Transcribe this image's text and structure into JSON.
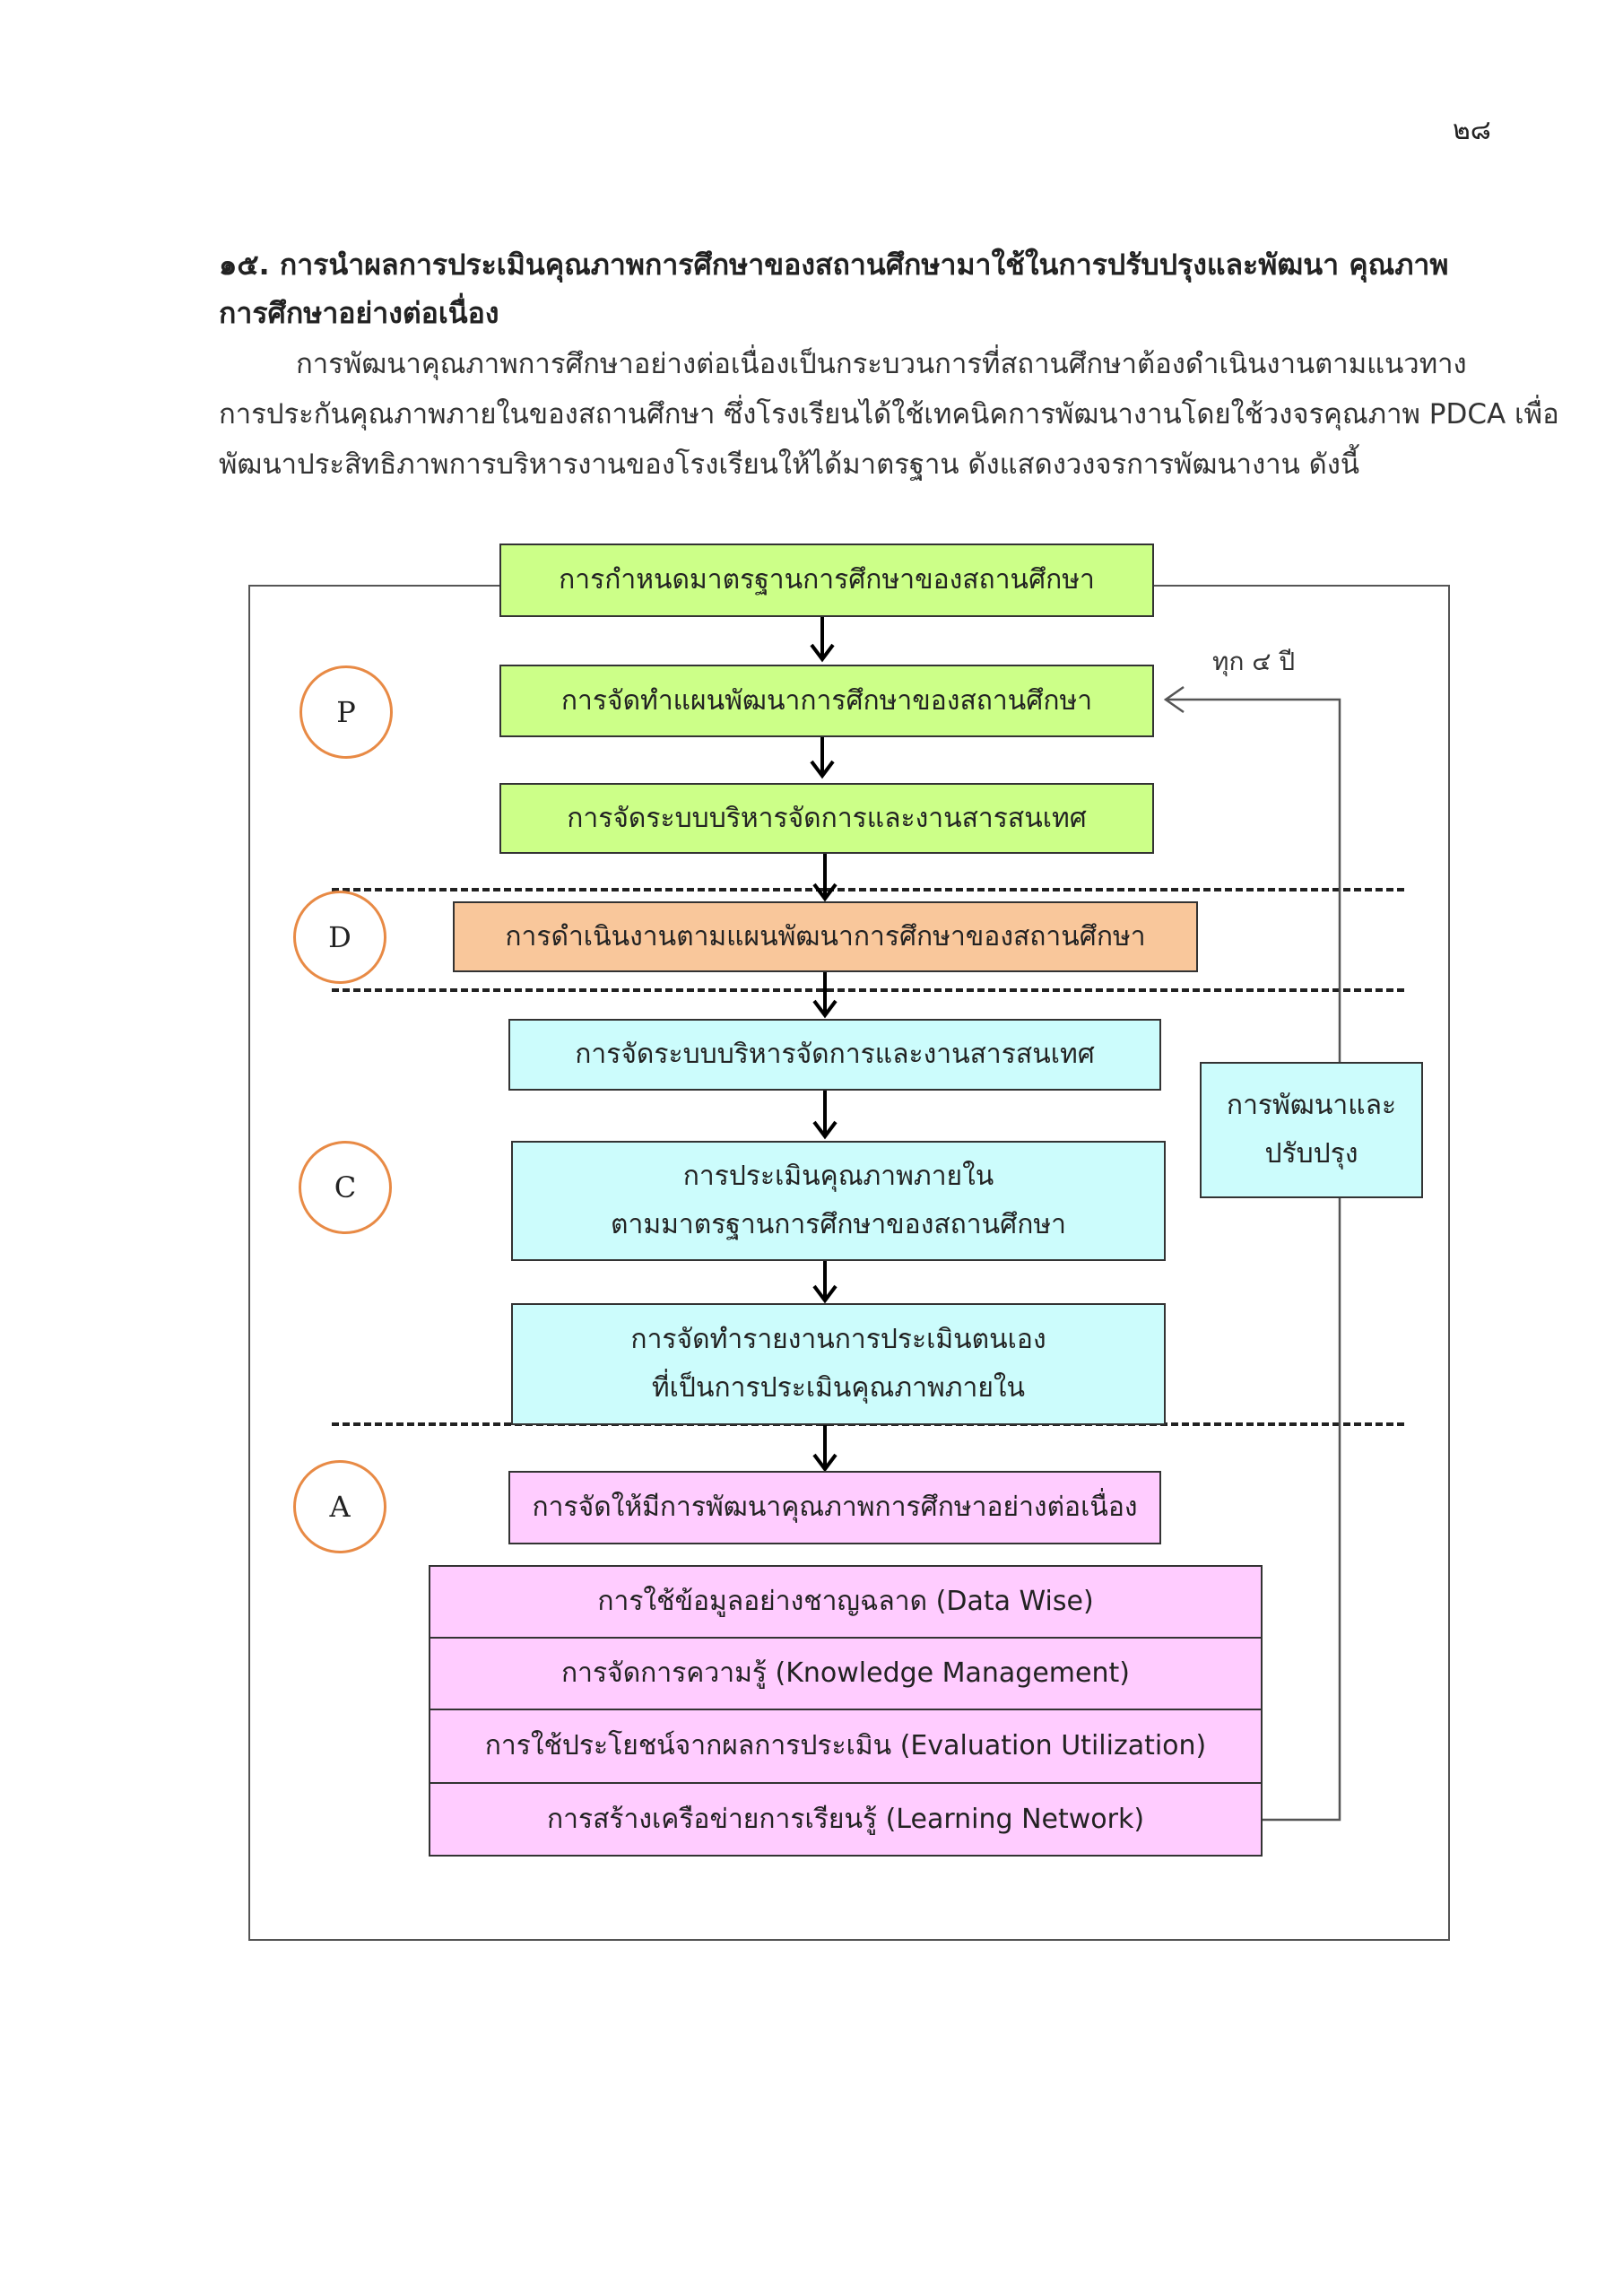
{
  "page_number": "๒๘",
  "heading": {
    "line1": "๑๕. การนำผลการประเมินคุณภาพการศึกษาของสถานศึกษามาใช้ในการปรับปรุงและพัฒนา คุณภาพ",
    "line2": "การศึกษาอย่างต่อเนื่อง"
  },
  "paragraph": {
    "line1": "การพัฒนาคุณภาพการศึกษาอย่างต่อเนื่องเป็นกระบวนการที่สถานศึกษาต้องดำเนินงานตามแนวทาง",
    "line2": "การประกันคุณภาพภายในของสถานศึกษา ซึ่งโรงเรียนได้ใช้เทคนิคการพัฒนางานโดยใช้วงจรคุณภาพ PDCA เพื่อ",
    "line3": "พัฒนาประสิทธิภาพการบริหารงานของโรงเรียนให้ได้มาตรฐาน ดังแสดงวงจรการพัฒนางาน ดังนี้"
  },
  "diagram": {
    "phases": {
      "p": "P",
      "d": "D",
      "c": "C",
      "a": "A"
    },
    "cycle_label": "ทุก ๔ ปี",
    "side_box": {
      "line1": "การพัฒนาและ",
      "line2": "ปรับปรุง"
    },
    "steps": {
      "set_standards": "การกำหนดมาตรฐานการศึกษาของสถานศึกษา",
      "make_plan": "การจัดทำแผนพัฒนาการศึกษาของสถานศึกษา",
      "management_system_p": "การจัดระบบบริหารจัดการและงานสารสนเทศ",
      "implement_plan": "การดำเนินงานตามแผนพัฒนาการศึกษาของสถานศึกษา",
      "management_system_c": "การจัดระบบบริหารจัดการและงานสารสนเทศ",
      "internal_assessment": {
        "line1": "การประเมินคุณภาพภายใน",
        "line2": "ตามมาตรฐานการศึกษาของสถานศึกษา"
      },
      "self_assessment_report": {
        "line1": "การจัดทำรายงานการประเมินตนเอง",
        "line2": "ที่เป็นการประเมินคุณภาพภายใน"
      },
      "continuous_development": "การจัดให้มีการพัฒนาคุณภาพการศึกษาอย่างต่อเนื่อง"
    },
    "methods": {
      "data_wise": "การใช้ข้อมูลอย่างชาญฉลาด (Data Wise)",
      "knowledge_management": "การจัดการความรู้ (Knowledge Management)",
      "evaluation_utilization": "การใช้ประโยชน์จากผลการประเมิน (Evaluation Utilization)",
      "learning_network": "การสร้างเครือข่ายการเรียนรู้ (Learning Network)"
    },
    "colors": {
      "plan": "#ccff88",
      "do": "#f9c79b",
      "check": "#ccfcfc",
      "act": "#ffccff",
      "circle_border": "#e88a45"
    }
  }
}
